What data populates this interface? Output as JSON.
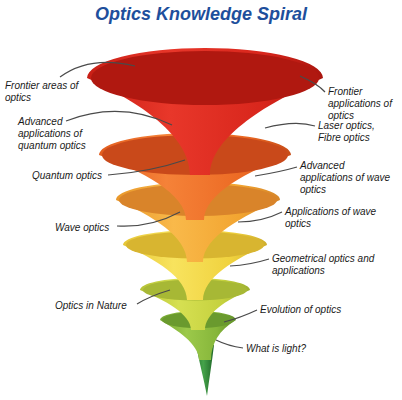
{
  "diagram": {
    "title": "Optics Knowledge Spiral",
    "labels": [
      "Frontier areas of optics",
      "Frontier applications of optics",
      "Advanced applications of quantum optics",
      "Laser optics, Fibre optics",
      "Quantum optics",
      "Advanced applications of wave optics",
      "Wave optics",
      "Applications of wave optics",
      "Geometrical optics and applications",
      "Optics in Nature",
      "Evolution of optics",
      "What is light?"
    ]
  }
}
